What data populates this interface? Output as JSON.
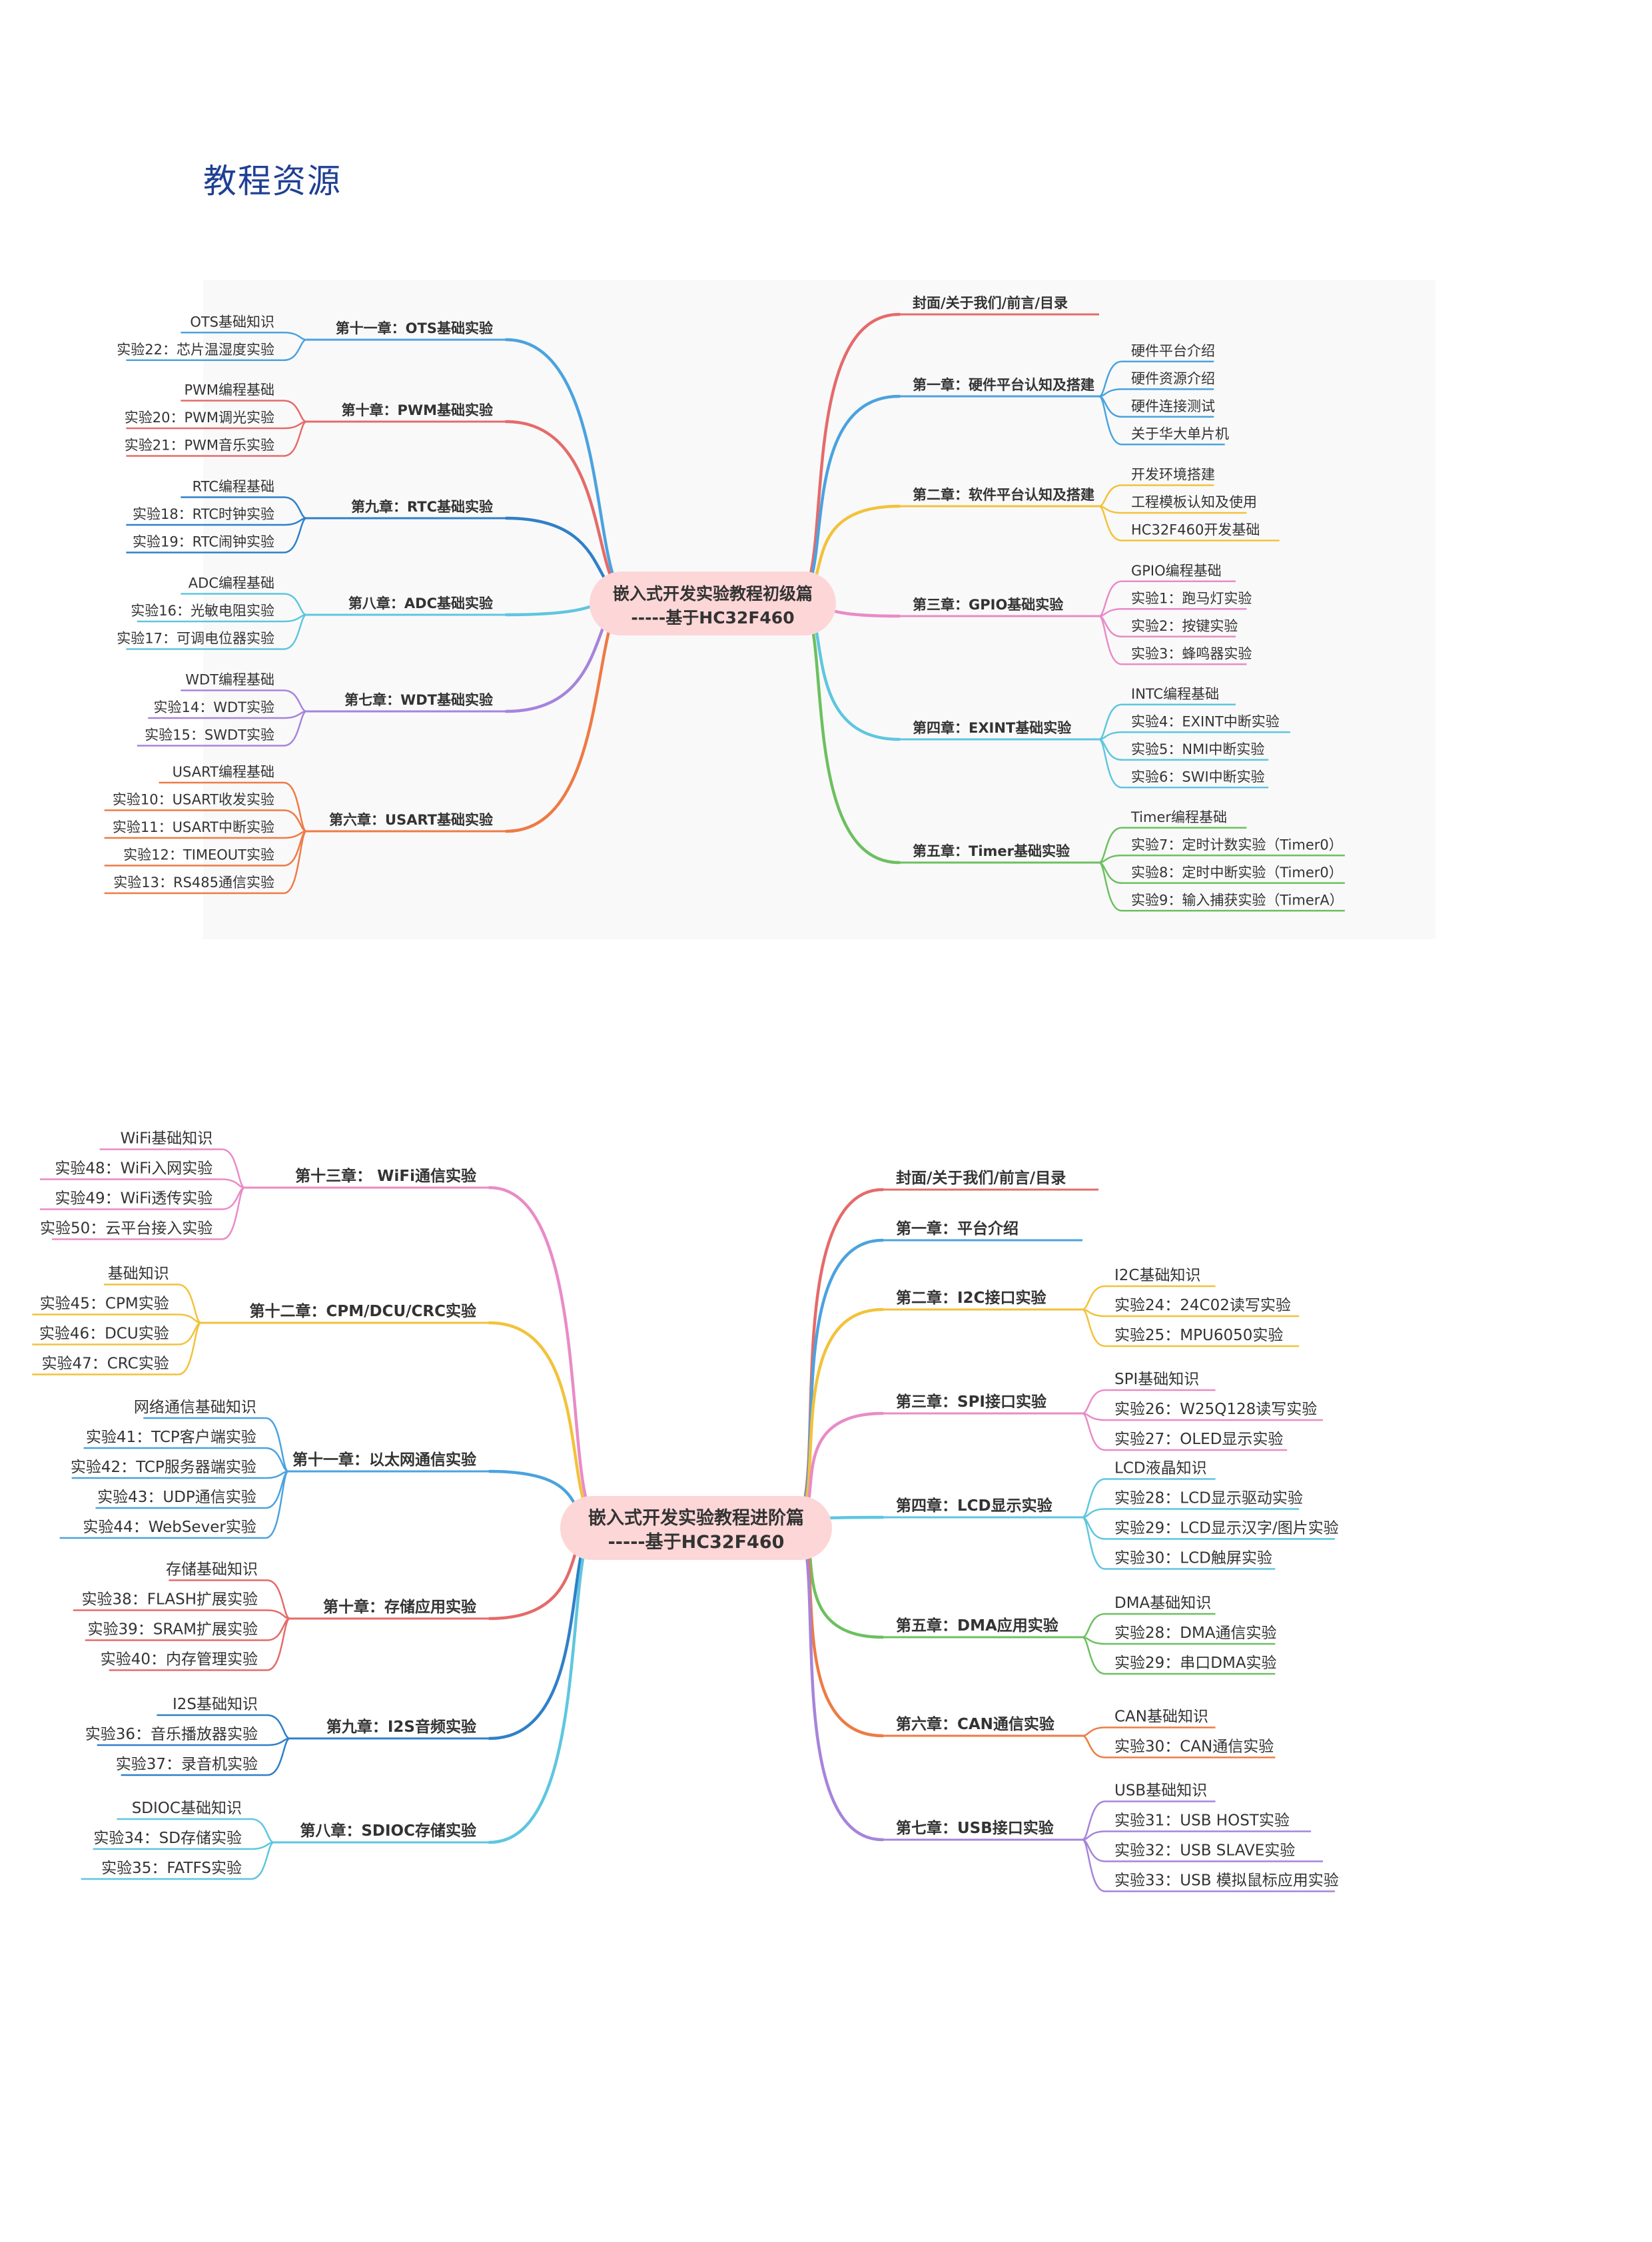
{
  "page_title": "教程资源",
  "colors": {
    "red": "#e56a6a",
    "blue": "#4aa3df",
    "yellow": "#f2c23a",
    "pink": "#e98bc7",
    "cyan": "#5ec6de",
    "green": "#6cc060",
    "purple": "#a784dc",
    "orange": "#ee7b45",
    "navy": "#2f7fc9",
    "center_bg": "#fdd7d7",
    "text": "#333333"
  },
  "maps": [
    {
      "center": {
        "line1": "嵌入式开发实验教程初级篇",
        "line2": "-----基于HC32F460"
      },
      "right": [
        {
          "title": "封面/关于我们/前言/目录",
          "color": "red",
          "leaves": []
        },
        {
          "title": "第一章：硬件平台认知及搭建",
          "color": "blue",
          "leaves": [
            "硬件平台介绍",
            "硬件资源介绍",
            "硬件连接测试",
            "关于华大单片机"
          ]
        },
        {
          "title": "第二章：软件平台认知及搭建",
          "color": "yellow",
          "leaves": [
            "开发环境搭建",
            "工程模板认知及使用",
            "HC32F460开发基础"
          ]
        },
        {
          "title": "第三章：GPIO基础实验",
          "color": "pink",
          "leaves": [
            "GPIO编程基础",
            "实验1：跑马灯实验",
            "实验2：按键实验",
            "实验3：蜂鸣器实验"
          ]
        },
        {
          "title": "第四章：EXINT基础实验",
          "color": "cyan",
          "leaves": [
            "INTC编程基础",
            "实验4：EXINT中断实验",
            "实验5：NMI中断实验",
            "实验6：SWI中断实验"
          ]
        },
        {
          "title": "第五章：Timer基础实验",
          "color": "green",
          "leaves": [
            "Timer编程基础",
            "实验7：定时计数实验（Timer0）",
            "实验8：定时中断实验（Timer0）",
            "实验9：输入捕获实验（TimerA）"
          ]
        }
      ],
      "left": [
        {
          "title": "第十一章：OTS基础实验",
          "color": "blue",
          "leaves": [
            "OTS基础知识",
            "实验22：芯片温湿度实验"
          ]
        },
        {
          "title": "第十章：PWM基础实验",
          "color": "red",
          "leaves": [
            "PWM编程基础",
            "实验20：PWM调光实验",
            "实验21：PWM音乐实验"
          ]
        },
        {
          "title": "第九章：RTC基础实验",
          "color": "navy",
          "leaves": [
            "RTC编程基础",
            "实验18：RTC时钟实验",
            "实验19：RTC闹钟实验"
          ]
        },
        {
          "title": "第八章：ADC基础实验",
          "color": "cyan",
          "leaves": [
            "ADC编程基础",
            "实验16：光敏电阻实验",
            "实验17：可调电位器实验"
          ]
        },
        {
          "title": "第七章：WDT基础实验",
          "color": "purple",
          "leaves": [
            "WDT编程基础",
            "实验14：WDT实验",
            "实验15：SWDT实验"
          ]
        },
        {
          "title": "第六章：USART基础实验",
          "color": "orange",
          "leaves": [
            "USART编程基础",
            "实验10：USART收发实验",
            "实验11：USART中断实验",
            "实验12：TIMEOUT实验",
            "实验13：RS485通信实验"
          ]
        }
      ]
    },
    {
      "center": {
        "line1": "嵌入式开发实验教程进阶篇",
        "line2": "-----基于HC32F460"
      },
      "right": [
        {
          "title": "封面/关于我们/前言/目录",
          "color": "red",
          "leaves": []
        },
        {
          "title": "第一章：平台介绍",
          "color": "blue",
          "leaves": []
        },
        {
          "title": "第二章：I2C接口实验",
          "color": "yellow",
          "leaves": [
            "I2C基础知识",
            "实验24：24C02读写实验",
            "实验25：MPU6050实验"
          ]
        },
        {
          "title": "第三章：SPI接口实验",
          "color": "pink",
          "leaves": [
            "SPI基础知识",
            "实验26：W25Q128读写实验",
            "实验27：OLED显示实验"
          ]
        },
        {
          "title": "第四章：LCD显示实验",
          "color": "cyan",
          "leaves": [
            "LCD液晶知识",
            "实验28：LCD显示驱动实验",
            "实验29：LCD显示汉字/图片实验",
            "实验30：LCD触屏实验"
          ]
        },
        {
          "title": "第五章：DMA应用实验",
          "color": "green",
          "leaves": [
            "DMA基础知识",
            "实验28：DMA通信实验",
            "实验29：串口DMA实验"
          ]
        },
        {
          "title": "第六章：CAN通信实验",
          "color": "orange",
          "leaves": [
            "CAN基础知识",
            "实验30：CAN通信实验"
          ]
        },
        {
          "title": "第七章：USB接口实验",
          "color": "purple",
          "leaves": [
            "USB基础知识",
            "实验31：USB HOST实验",
            "实验32：USB SLAVE实验",
            "实验33：USB 模拟鼠标应用实验"
          ]
        }
      ],
      "left": [
        {
          "title": "第十三章：  WiFi通信实验",
          "color": "pink",
          "leaves": [
            "WiFi基础知识",
            "实验48：WiFi入网实验",
            "实验49：WiFi透传实验",
            "实验50：云平台接入实验"
          ]
        },
        {
          "title": "第十二章：CPM/DCU/CRC实验",
          "color": "yellow",
          "leaves": [
            "基础知识",
            "实验45：CPM实验",
            "实验46：DCU实验",
            "实验47：CRC实验"
          ]
        },
        {
          "title": "第十一章：以太网通信实验",
          "color": "blue",
          "leaves": [
            "网络通信基础知识",
            "实验41：TCP客户端实验",
            "实验42：TCP服务器端实验",
            "实验43：UDP通信实验",
            "实验44：WebSever实验"
          ]
        },
        {
          "title": "第十章：存储应用实验",
          "color": "red",
          "leaves": [
            "存储基础知识",
            "实验38：FLASH扩展实验",
            "实验39：SRAM扩展实验",
            "实验40：内存管理实验"
          ]
        },
        {
          "title": "第九章：I2S音频实验",
          "color": "navy",
          "leaves": [
            "I2S基础知识",
            "实验36：音乐播放器实验",
            "实验37：录音机实验"
          ]
        },
        {
          "title": "第八章：SDIOC存储实验",
          "color": "cyan",
          "leaves": [
            "SDIOC基础知识",
            "实验34：SD存储实验",
            "实验35：FATFS实验"
          ]
        }
      ]
    }
  ]
}
